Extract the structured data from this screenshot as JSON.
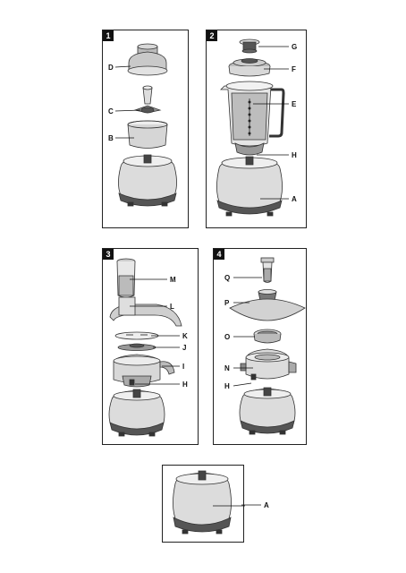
{
  "panels": [
    {
      "number": "1",
      "labels": {
        "D": "D",
        "C": "C",
        "B": "B"
      }
    },
    {
      "number": "2",
      "labels": {
        "G": "G",
        "F": "F",
        "E": "E",
        "H": "H",
        "A": "A"
      }
    },
    {
      "number": "3",
      "labels": {
        "M": "M",
        "L": "L",
        "K": "K",
        "J": "J",
        "I": "I",
        "H": "H"
      }
    },
    {
      "number": "4",
      "labels": {
        "Q": "Q",
        "P": "P",
        "O": "O",
        "N": "N",
        "H": "H"
      }
    },
    {
      "labels": {
        "A": "A"
      }
    }
  ]
}
